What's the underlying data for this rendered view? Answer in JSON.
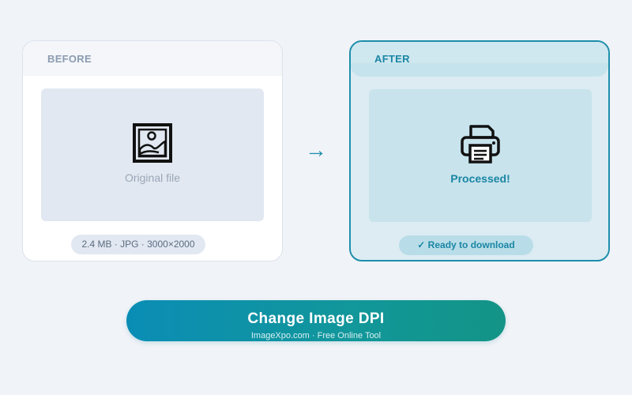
{
  "before_card": {
    "label": "BEFORE",
    "preview_caption": "Original file",
    "preview_icon": "image-icon",
    "meta": "2.4 MB · JPG · 3000×2000"
  },
  "after_card": {
    "label": "AFTER",
    "preview_caption": "Processed!",
    "preview_icon": "printer-icon",
    "status": "✓  Ready to download"
  },
  "arrow_glyph": "→",
  "cta": {
    "title": "Change Image DPI",
    "subtitle": "ImageXpo.com · Free Online Tool"
  },
  "colors": {
    "accent": "#1d8eaa",
    "background": "#f0f3f8",
    "cta_gradient_start": "#0a8db5",
    "cta_gradient_end": "#139486"
  }
}
